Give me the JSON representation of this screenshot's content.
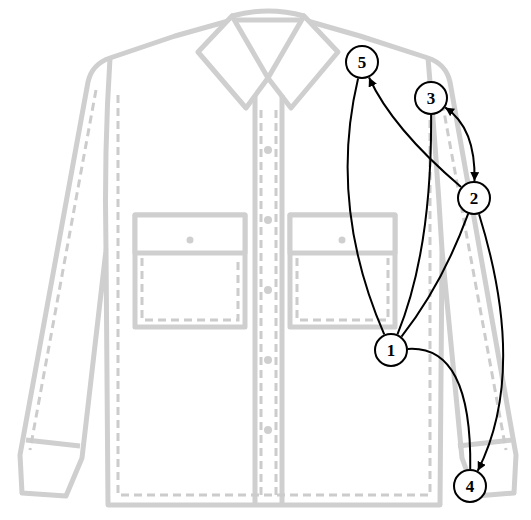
{
  "diagram": {
    "nodes": [
      {
        "text": [
          "5"
        ]
      },
      {
        "text": [
          "3"
        ]
      },
      {
        "text": [
          "2"
        ]
      },
      {
        "text": [
          "1"
        ]
      },
      {
        "text": [
          "4"
        ]
      }
    ],
    "edges": [
      {
        "from": 3,
        "to": 0,
        "arrow": "none"
      },
      {
        "from": 2,
        "to": 0,
        "arrow": "to"
      },
      {
        "from": 1,
        "to": 2,
        "arrow": "both"
      },
      {
        "from": 3,
        "to": 1,
        "arrow": "none"
      },
      {
        "from": 3,
        "to": 2,
        "arrow": "none"
      },
      {
        "from": 3,
        "to": 4,
        "arrow": "none"
      },
      {
        "from": 2,
        "to": 4,
        "arrow": "to"
      }
    ]
  }
}
